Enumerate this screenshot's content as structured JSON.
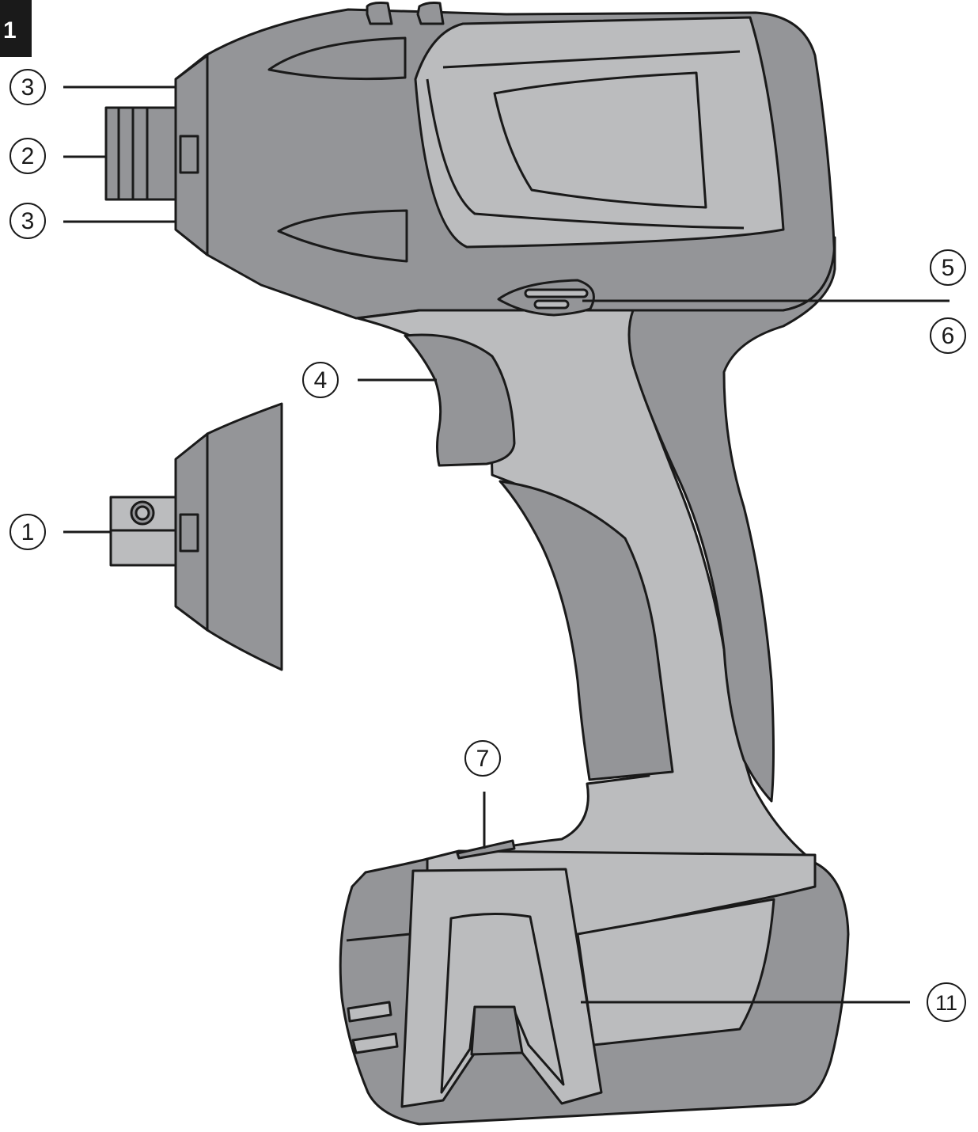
{
  "figure": {
    "tab_label": "1",
    "colors": {
      "outline": "#1a1a1a",
      "dark_gray": "#949598",
      "light_gray": "#bbbcbe",
      "background": "#ffffff"
    },
    "callouts": [
      {
        "id": "c3a",
        "number": "3",
        "target": "tool-holder-ring"
      },
      {
        "id": "c2",
        "number": "2",
        "target": "chuck-hex-socket"
      },
      {
        "id": "c3b",
        "number": "3",
        "target": "tool-holder-ring"
      },
      {
        "id": "c1",
        "number": "1",
        "target": "square-drive-anvil"
      },
      {
        "id": "c4",
        "number": "4",
        "target": "control-switch-trigger"
      },
      {
        "id": "c5",
        "number": "5",
        "target": "forward-reverse-switch"
      },
      {
        "id": "c6",
        "number": "6",
        "target": "forward-reverse-switch"
      },
      {
        "id": "c7",
        "number": "7",
        "target": "battery-release-button"
      },
      {
        "id": "c11",
        "number": "11",
        "target": "belt-hook"
      }
    ]
  }
}
